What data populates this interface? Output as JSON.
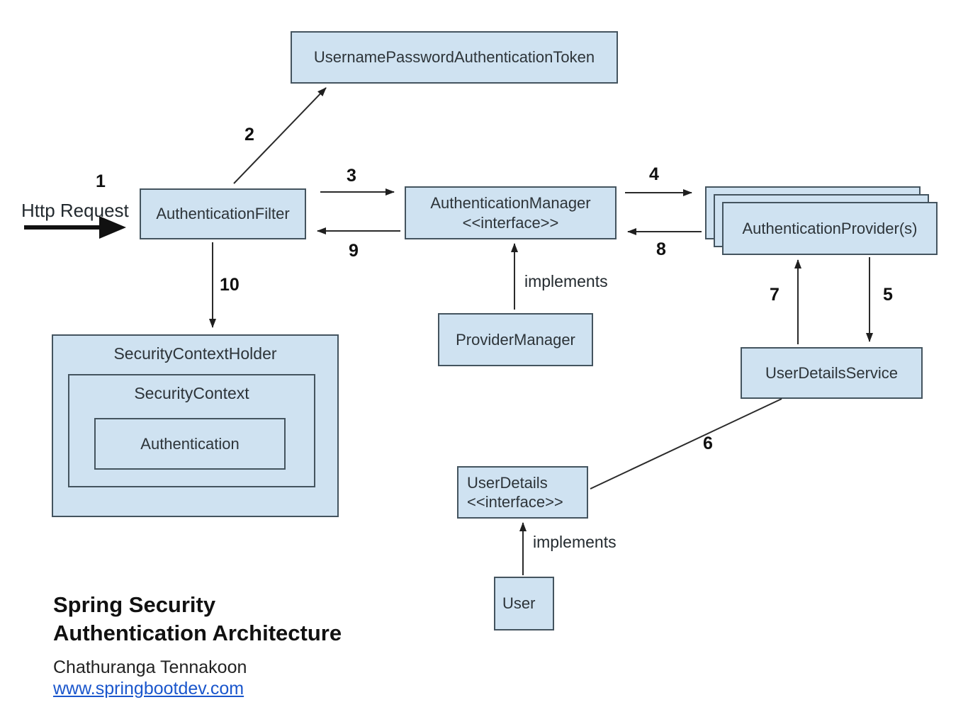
{
  "diagram": {
    "boxes": {
      "token": {
        "label": "UsernamePasswordAuthenticationToken"
      },
      "auth_filter": {
        "label": "AuthenticationFilter"
      },
      "auth_manager": {
        "label": "AuthenticationManager",
        "stereotype": "<<interface>>"
      },
      "auth_providers": {
        "label": "AuthenticationProvider(s)"
      },
      "provider_manager": {
        "label": "ProviderManager"
      },
      "user_details_service": {
        "label": "UserDetailsService"
      },
      "user_details": {
        "label": "UserDetails",
        "stereotype": "<<interface>>"
      },
      "user": {
        "label": "User"
      },
      "security_context_holder": {
        "label": "SecurityContextHolder"
      },
      "security_context": {
        "label": "SecurityContext"
      },
      "authentication": {
        "label": "Authentication"
      }
    },
    "steps": {
      "s1": "1",
      "s2": "2",
      "s3": "3",
      "s4": "4",
      "s5": "5",
      "s6": "6",
      "s7": "7",
      "s8": "8",
      "s9": "9",
      "s10": "10"
    },
    "labels": {
      "http_request": "Http Request",
      "implements_provider_manager": "implements",
      "implements_user": "implements"
    },
    "colors": {
      "box_fill": "#cfe2f1",
      "box_border": "#44545f",
      "arrow": "#1f1f1f",
      "link_blue": "#1a56cc"
    }
  },
  "footer": {
    "title_line1": "Spring Security",
    "title_line2": "Authentication Architecture",
    "author": "Chathuranga Tennakoon",
    "website": "www.springbootdev.com"
  }
}
